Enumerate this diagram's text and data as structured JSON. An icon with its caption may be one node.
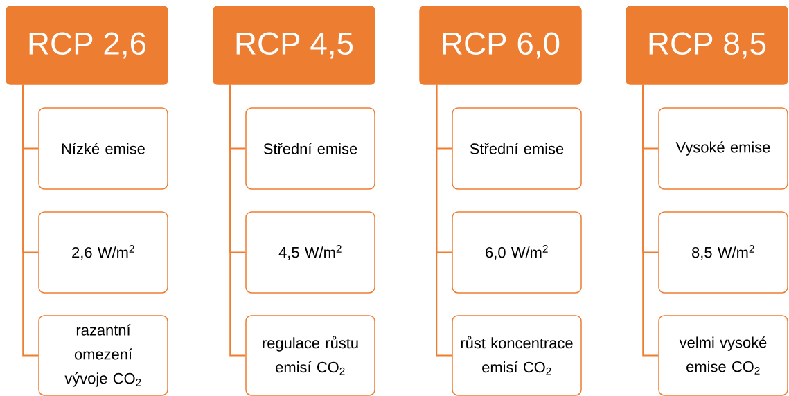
{
  "diagram": {
    "nodes": [
      {
        "text": [
          "RCP 2,6"
        ]
      },
      {
        "text": [
          "Nízké emise"
        ]
      },
      {
        "text": [
          "2,6 W/m$^{2}$"
        ]
      },
      {
        "text": [
          "razantní omezení vývoje CO$_{2}$"
        ]
      },
      {
        "text": [
          "RCP 4,5"
        ]
      },
      {
        "text": [
          "Střední emise"
        ]
      },
      {
        "text": [
          "4,5 W/m$^{2}$"
        ]
      },
      {
        "text": [
          "regulace růstu emisí CO$_{2}$"
        ]
      },
      {
        "text": [
          "RCP 6,0"
        ]
      },
      {
        "text": [
          "Střední emise"
        ]
      },
      {
        "text": [
          "6,0 W/m$^{2}$"
        ]
      },
      {
        "text": [
          "růst koncentrace emisí CO$_{2}$"
        ]
      },
      {
        "text": [
          "RCP 8,5"
        ]
      },
      {
        "text": [
          "Vysoké emise"
        ]
      },
      {
        "text": [
          "8,5 W/m$^{2}$"
        ]
      },
      {
        "text": [
          "velmi vysoké emise CO$_{2}$"
        ]
      }
    ],
    "edges": [
      {
        "from": 0,
        "to": 1,
        "arrow": "none"
      },
      {
        "from": 0,
        "to": 2,
        "arrow": "none"
      },
      {
        "from": 0,
        "to": 3,
        "arrow": "none"
      },
      {
        "from": 4,
        "to": 5,
        "arrow": "none"
      },
      {
        "from": 4,
        "to": 6,
        "arrow": "none"
      },
      {
        "from": 4,
        "to": 7,
        "arrow": "none"
      },
      {
        "from": 8,
        "to": 9,
        "arrow": "none"
      },
      {
        "from": 8,
        "to": 10,
        "arrow": "none"
      },
      {
        "from": 8,
        "to": 11,
        "arrow": "none"
      },
      {
        "from": 12,
        "to": 13,
        "arrow": "none"
      },
      {
        "from": 12,
        "to": 14,
        "arrow": "none"
      },
      {
        "from": 12,
        "to": 15,
        "arrow": "none"
      }
    ]
  }
}
